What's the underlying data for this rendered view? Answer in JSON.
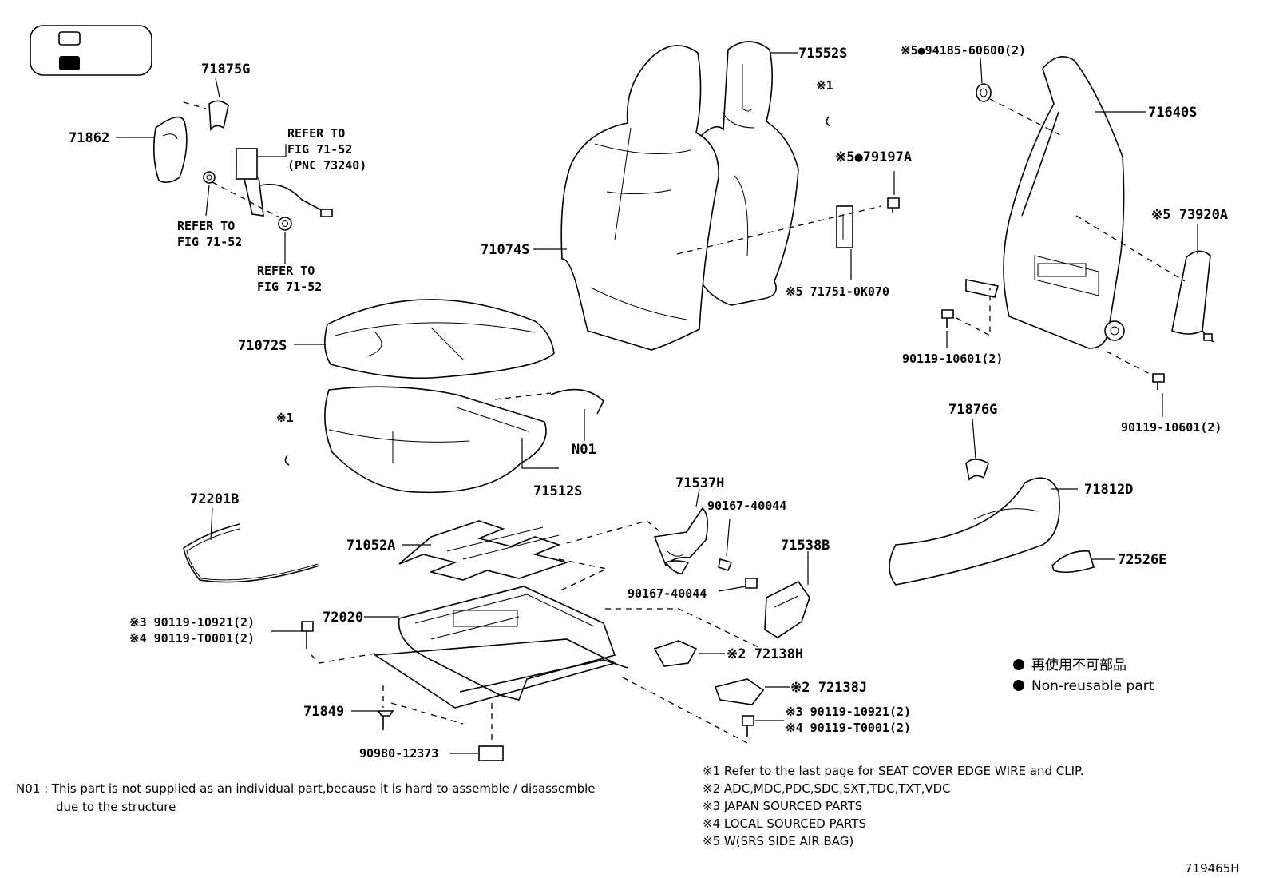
{
  "legend": {
    "non_reusable_jp": "再使用不可部品",
    "non_reusable_en": "Non-reusable part"
  },
  "labels": {
    "p71875G": "71875G",
    "p71862": "71862",
    "refer_a1": "REFER TO",
    "refer_a2": "FIG 71-52",
    "refer_a3": "(PNC 73240)",
    "refer_b1": "REFER TO",
    "refer_b2": "FIG 71-52",
    "refer_c1": "REFER TO",
    "refer_c2": "FIG 71-52",
    "p71552S": "71552S",
    "mark1_top": "※1",
    "p79197A": "※5●79197A",
    "p71074S": "71074S",
    "p71751": "※5 71751-0K070",
    "p94185": "※5●94185-60600(2)",
    "p71640S": "71640S",
    "p73920A": "※5 73920A",
    "p90119_10601_a": "90119-10601(2)",
    "p90119_10601_b": "90119-10601(2)",
    "p71072S": "71072S",
    "mark1_left": "※1",
    "pN01": "N01",
    "p71512S": "71512S",
    "p71876G": "71876G",
    "p71812D": "71812D",
    "p72526E": "72526E",
    "p72201B": "72201B",
    "p71537H": "71537H",
    "p90167_a": "90167-40044",
    "p90167_b": "90167-40044",
    "p71052A": "71052A",
    "p71538B": "71538B",
    "p72020": "72020",
    "p90119_10921_l": "※3 90119-10921(2)",
    "p90119_T0001_l": "※4 90119-T0001(2)",
    "p72138H": "※2 72138H",
    "p72138J": "※2 72138J",
    "p90119_10921_r": "※3 90119-10921(2)",
    "p90119_T0001_r": "※4 90119-T0001(2)",
    "p71849": "71849",
    "p90980": "90980-12373"
  },
  "notes": {
    "n01_line1": "N01 : This part is not supplied as an individual part,because it is hard to assemble / disassemble",
    "n01_line2": "due to the structure",
    "m1": "※1  Refer to the last page for SEAT COVER EDGE WIRE and CLIP.",
    "m2": "※2  ADC,MDC,PDC,SDC,SXT,TDC,TXT,VDC",
    "m3": "※3  JAPAN SOURCED PARTS",
    "m4": "※4  LOCAL SOURCED PARTS",
    "m5": "※5  W(SRS SIDE AIR BAG)"
  },
  "figure_id": "719465H"
}
